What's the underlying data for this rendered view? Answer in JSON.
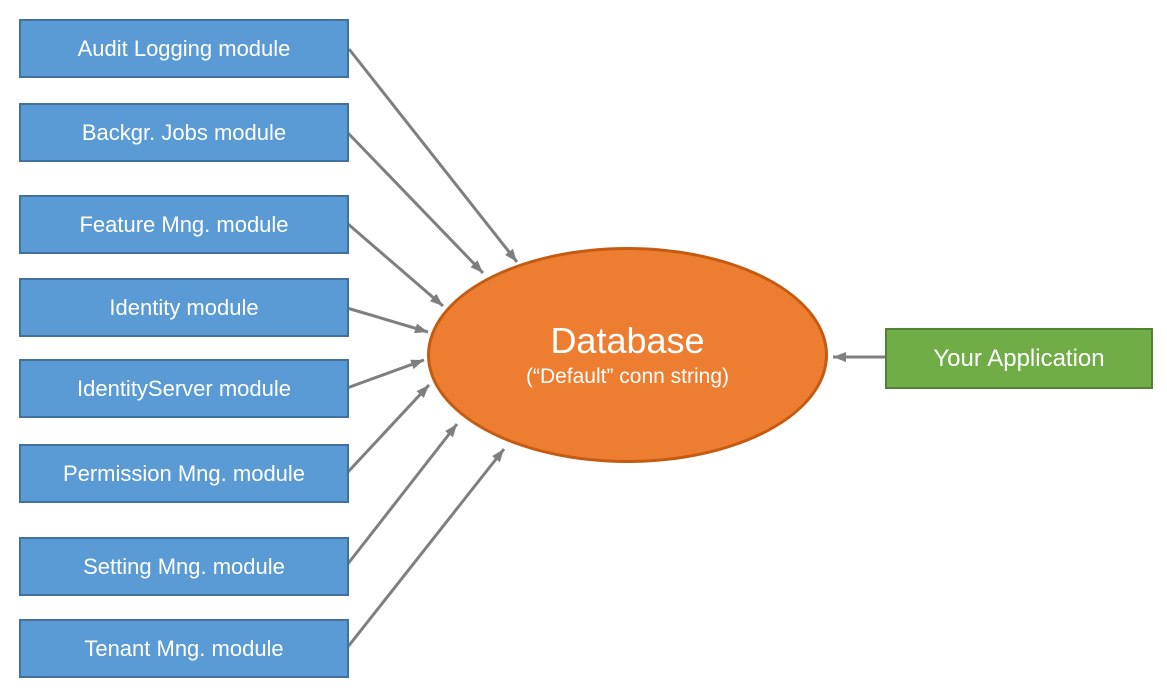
{
  "diagram": {
    "modules": [
      {
        "label": "Audit Logging module"
      },
      {
        "label": "Backgr. Jobs module"
      },
      {
        "label": "Feature Mng. module"
      },
      {
        "label": "Identity module"
      },
      {
        "label": "IdentityServer module"
      },
      {
        "label": "Permission Mng. module"
      },
      {
        "label": "Setting Mng. module"
      },
      {
        "label": "Tenant Mng. module"
      }
    ],
    "database": {
      "title": "Database",
      "subtitle": "(“Default” conn string)"
    },
    "application": {
      "label": "Your Application"
    },
    "connections": [
      {
        "from": "Audit Logging module",
        "to": "Database"
      },
      {
        "from": "Backgr. Jobs module",
        "to": "Database"
      },
      {
        "from": "Feature Mng. module",
        "to": "Database"
      },
      {
        "from": "Identity module",
        "to": "Database"
      },
      {
        "from": "IdentityServer module",
        "to": "Database"
      },
      {
        "from": "Permission Mng. module",
        "to": "Database"
      },
      {
        "from": "Setting Mng. module",
        "to": "Database"
      },
      {
        "from": "Tenant Mng. module",
        "to": "Database"
      },
      {
        "from": "Your Application",
        "to": "Database"
      }
    ],
    "colors": {
      "module_fill": "#5B9BD5",
      "module_border": "#41719C",
      "database_fill": "#ED7D31",
      "database_border": "#C55A11",
      "application_fill": "#70AD47",
      "application_border": "#548235",
      "arrow": "#7F7F7F",
      "text": "#FFFFFF"
    }
  }
}
